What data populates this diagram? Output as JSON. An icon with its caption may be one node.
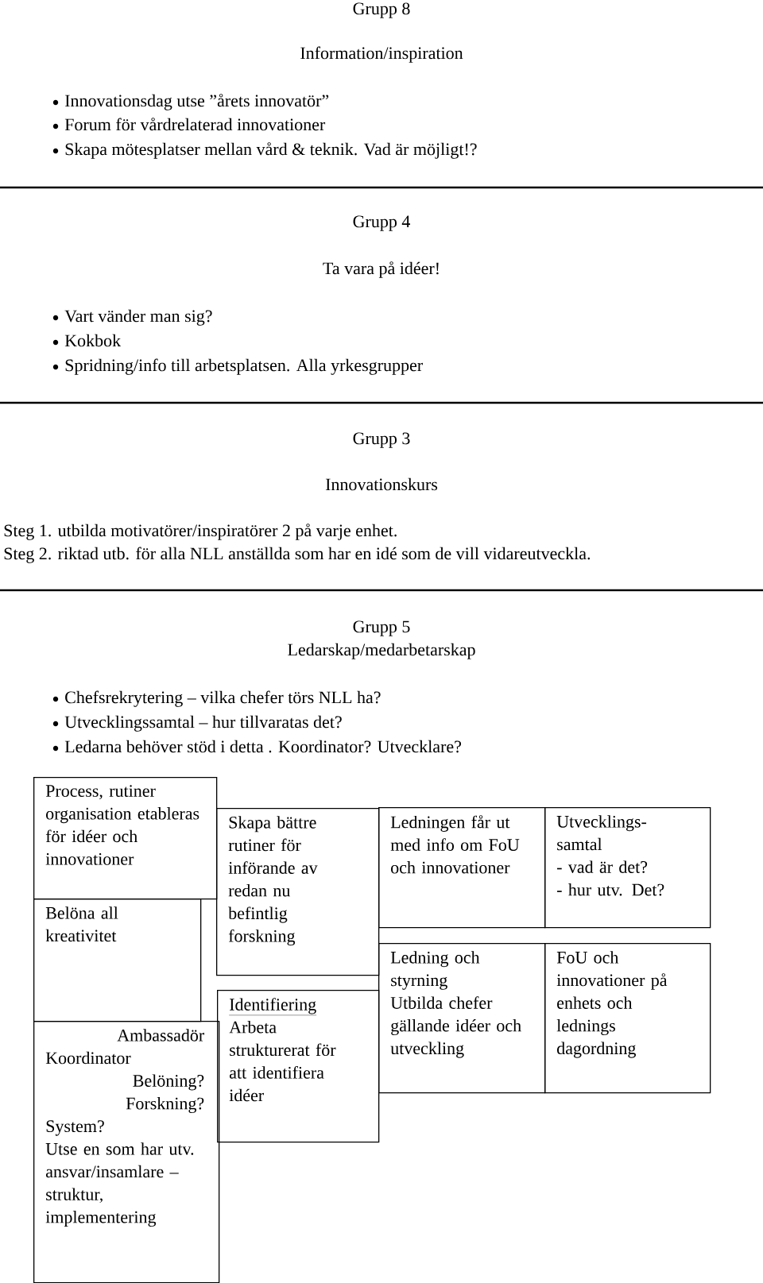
{
  "diagram": {
    "nodes": [
      {
        "text": [
          "Process, rutiner organisation etableras för idéer och innovationer"
        ]
      },
      {
        "text": [
          "Belöna all kreativitet"
        ]
      },
      {
        "text": [
          "Ambassadör",
          "Koordinator",
          "Belöning?",
          "Forskning?",
          "System?",
          "Utse en som har utv. ansvar/insamlare – struktur, implementering"
        ]
      },
      {
        "text": [
          "Skapa bättre rutiner för införande av redan nu befintlig forskning"
        ]
      },
      {
        "text": [
          "Identifiering",
          "Arbeta strukturerat för att identifiera idéer"
        ]
      },
      {
        "text": [
          "Ledningen får ut med info om FoU och innovationer"
        ]
      },
      {
        "text": [
          "Utvecklings- samtal",
          "- vad är det?",
          "- hur utv. Det?"
        ]
      },
      {
        "text": [
          "Ledning och styrning",
          "Utbilda chefer gällande idéer och utveckling"
        ]
      },
      {
        "text": [
          "FoU och innovationer på enhets och lednings dagordning"
        ]
      }
    ],
    "labels": [
      "Grupp 8",
      "Information/inspiration",
      "Innovationsdag utse ”årets innovatör”",
      "Forum för vårdrelaterad innovationer",
      "Skapa mötesplatser mellan vård & teknik. Vad är möjligt!?",
      "Grupp 4",
      "Ta vara på idéer!",
      "Vart vänder man sig?",
      "Kokbok",
      "Spridning/info till arbetsplatsen. Alla yrkesgrupper",
      "Grupp 3",
      "Innovationskurs",
      "Steg 1. utbilda motivatörer/inspiratörer 2 på varje enhet.",
      "Steg 2. riktad utb. för alla NLL anställda som har en idé som de vill vidareutveckla.",
      "Grupp 5",
      "Ledarskap/medarbetarskap",
      "Chefsrekrytering – vilka chefer törs NLL ha?",
      "Utvecklingssamtal – hur tillvaratas det?",
      "Ledarna behöver stöd i detta . Koordinator? Utvecklare?"
    ]
  }
}
